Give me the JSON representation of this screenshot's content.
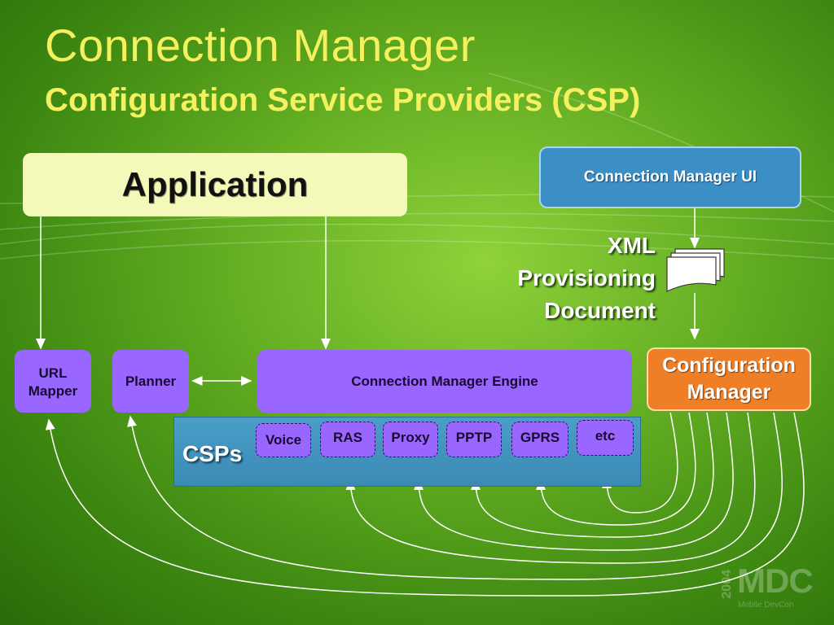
{
  "title": "Connection Manager",
  "subtitle": "Configuration Service Providers (CSP)",
  "application": "Application",
  "cm_ui": "Connection Manager UI",
  "xml_doc": {
    "line1": "XML",
    "line2": "Provisioning",
    "line3": "Document"
  },
  "url_mapper": {
    "line1": "URL",
    "line2": "Mapper"
  },
  "planner": "Planner",
  "engine": "Connection Manager Engine",
  "config_manager": {
    "line1": "Configuration",
    "line2": "Manager"
  },
  "csps": {
    "label": "CSPs",
    "items": [
      "Voice",
      "RAS",
      "Proxy",
      "PPTP",
      "GPRS",
      "etc"
    ]
  },
  "watermark": {
    "brand": "MDC",
    "year": "2004",
    "sub": "Mobile DevCon"
  },
  "colors": {
    "title": "#f4f060",
    "purple": "#9966ff",
    "orange": "#ee7f27",
    "blue": "#3b8fc4",
    "csp_panel": "#4a9ec8"
  }
}
